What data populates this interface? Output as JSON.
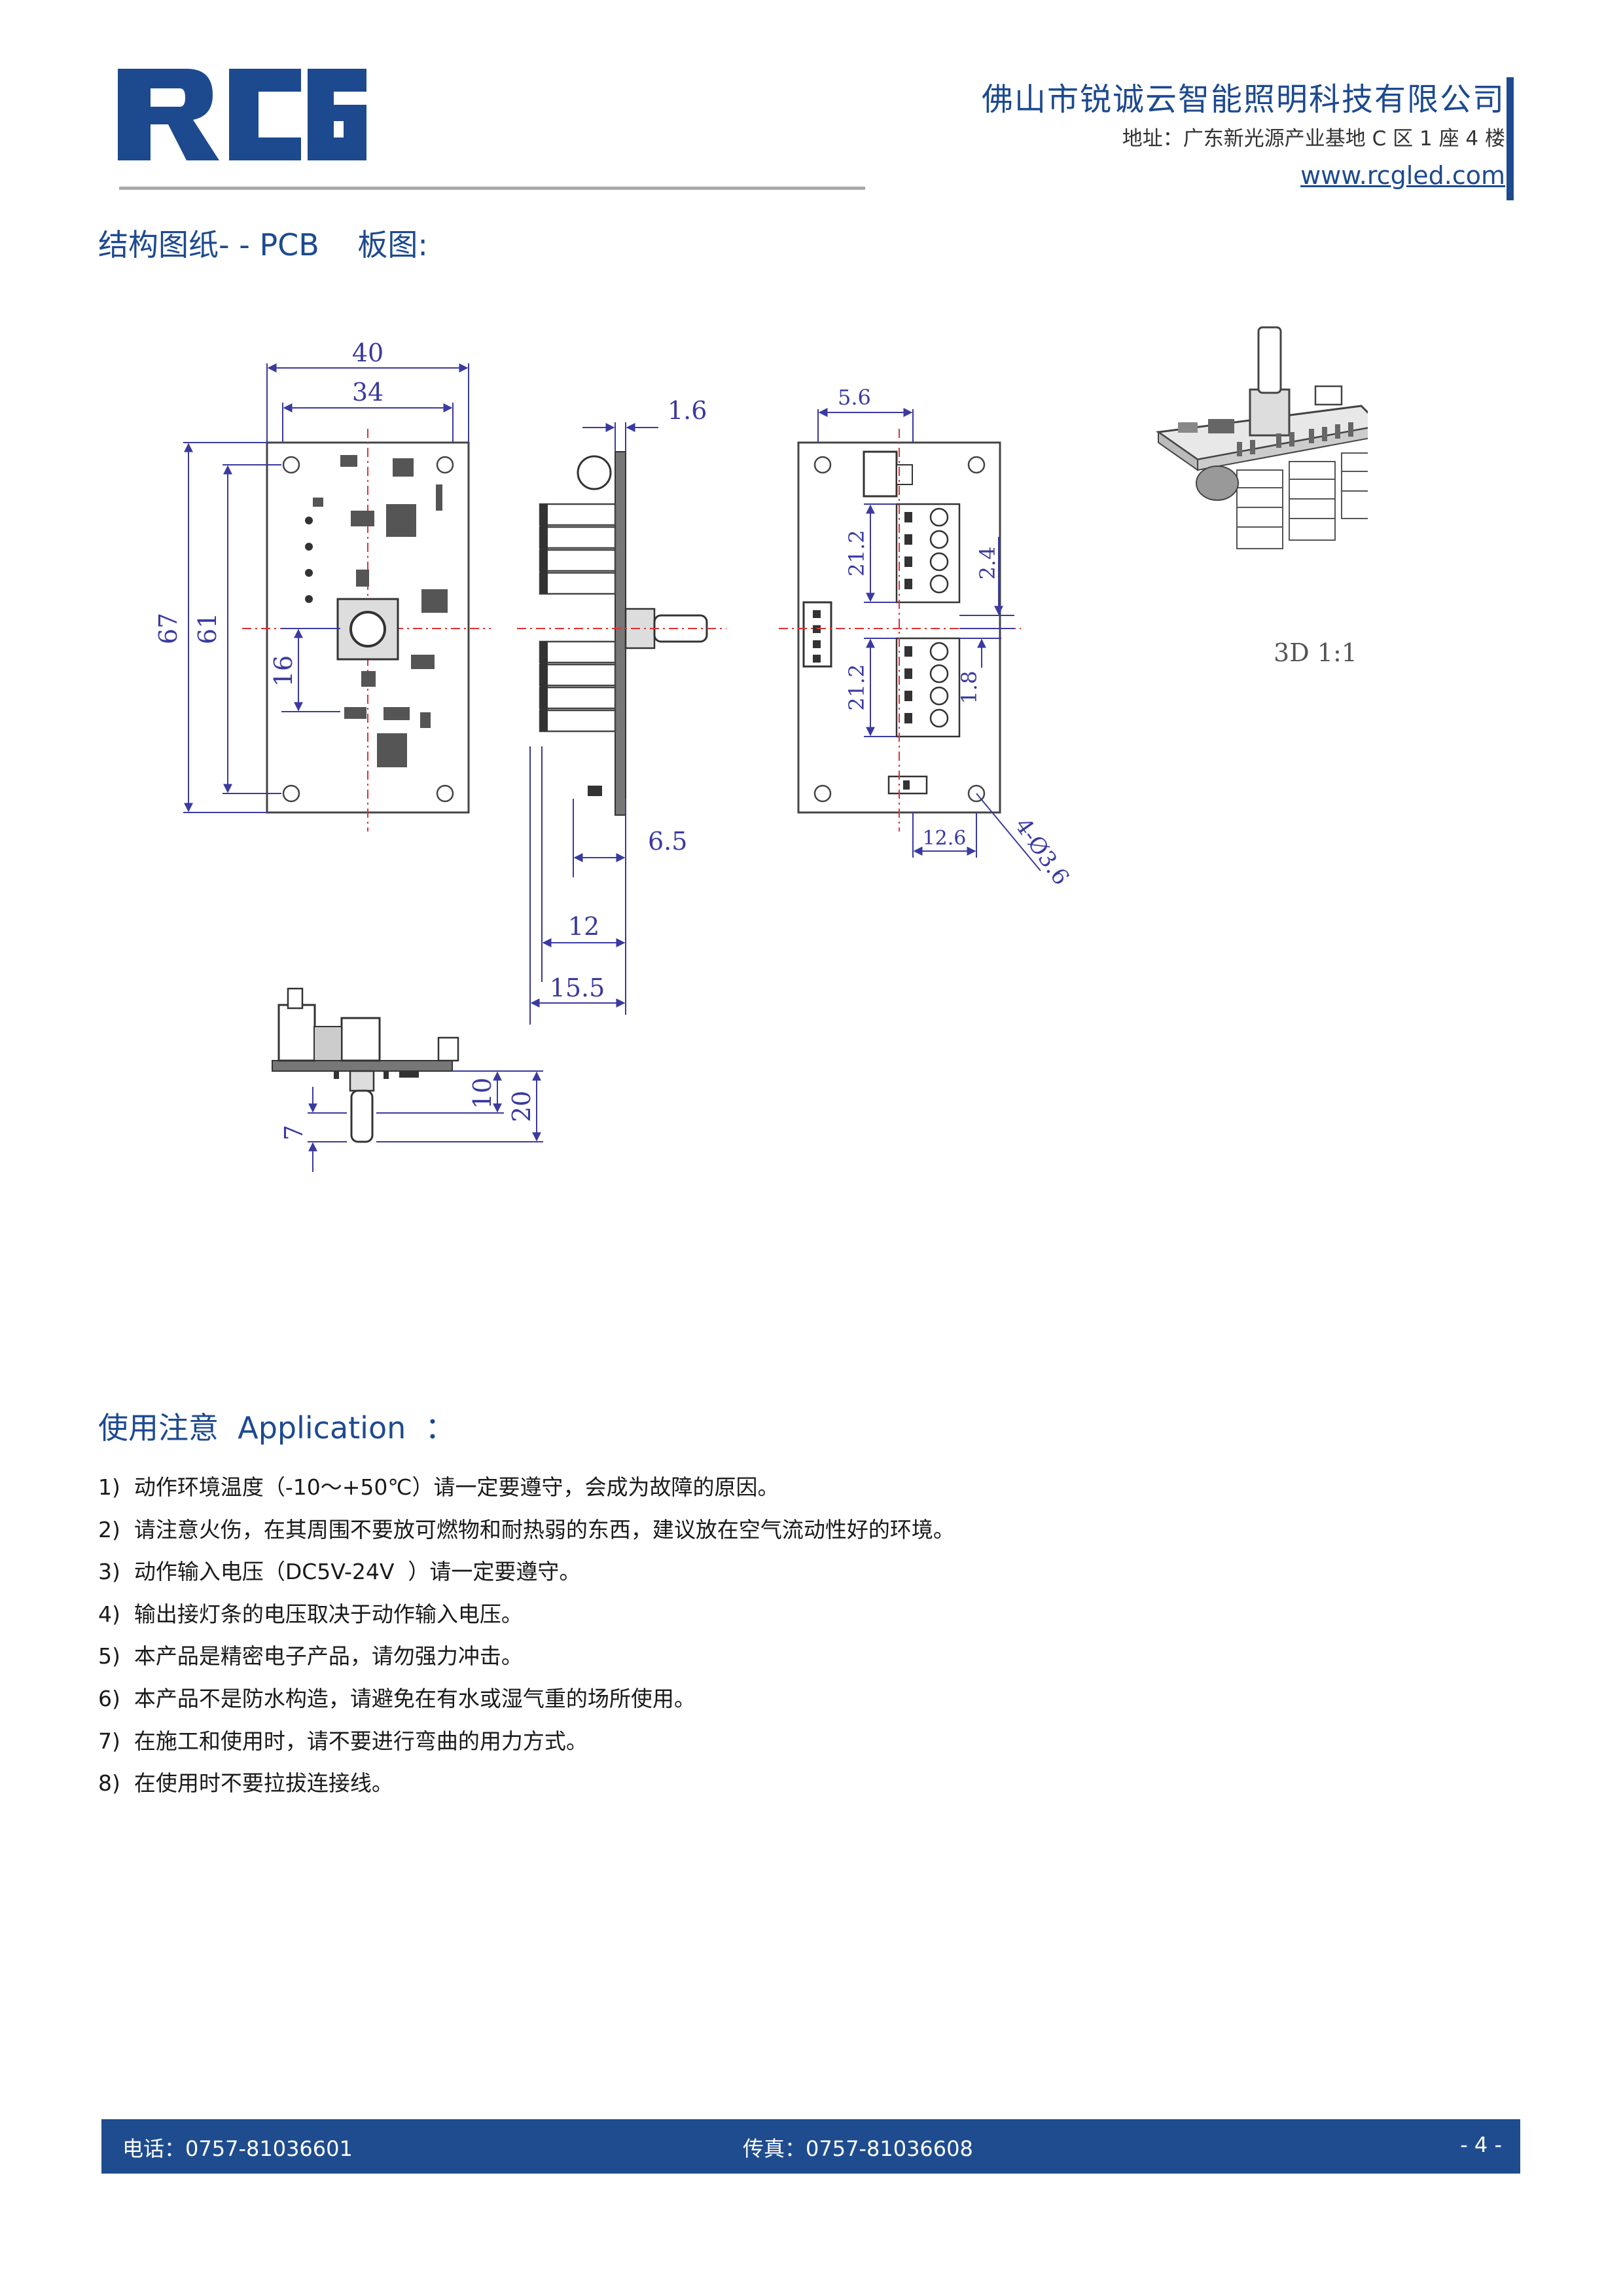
{
  "header": {
    "logo_text": "RCG",
    "company_name": "佛山市锐诚云智能照明科技有限公司",
    "address": "地址：广东新光源产业基地 C 区 1 座 4 楼",
    "website": "www.rcgled.com"
  },
  "sections": {
    "drawing_title": "结构图纸- - PCB    板图:",
    "application_title": "使用注意  Application  ："
  },
  "drawing": {
    "dims": {
      "w40": "40",
      "w34": "34",
      "h67": "67",
      "h61": "61",
      "d16": "16",
      "t1_6": "1.6",
      "d6_5": "6.5",
      "d12": "12",
      "d15_5": "15.5",
      "d5_6": "5.6",
      "d21_2a": "21.2",
      "d21_2b": "21.2",
      "d2_4": "2.4",
      "d1_8": "1.8",
      "d12_6": "12.6",
      "holes": "4-Ø3.6",
      "d10": "10",
      "d20": "20",
      "d7": "7"
    },
    "label_3d": "3D 1:1"
  },
  "notes": [
    "1)  动作环境温度（-10～+50℃）请一定要遵守，会成为故障的原因。",
    "2)  请注意火伤，在其周围不要放可燃物和耐热弱的东西，建议放在空气流动性好的环境。",
    "3)  动作输入电压（DC5V-24V  ）请一定要遵守。",
    "4)  输出接灯条的电压取决于动作输入电压。",
    "5)  本产品是精密电子产品，请勿强力冲击。",
    "6)  本产品不是防水构造，请避免在有水或湿气重的场所使用。",
    "7)  在施工和使用时，请不要进行弯曲的用力方式。",
    "8)  在使用时不要拉拔连接线。"
  ],
  "footer": {
    "phone": "电话：0757-81036601",
    "fax": "传真：0757-81036608",
    "page": "- 4 -"
  },
  "colors": {
    "brand_blue": "#1d4a8f",
    "footer_blue": "#1f4c8f",
    "rule_gray": "#a9a9a9"
  }
}
